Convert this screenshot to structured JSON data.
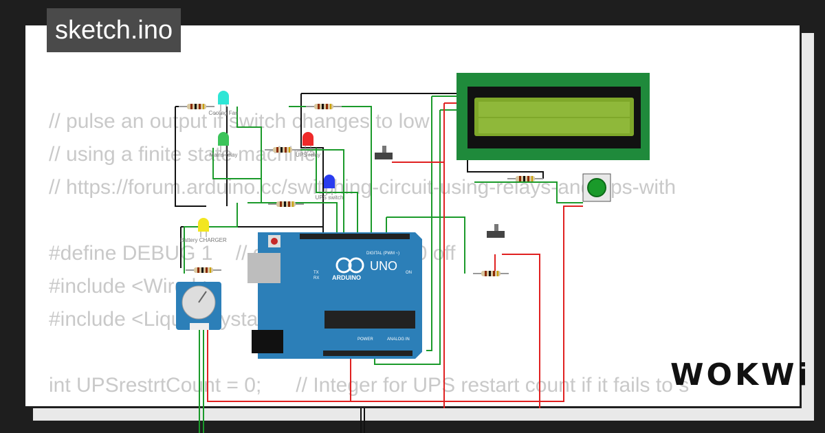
{
  "title": "sketch.ino",
  "brand": "WOKWi",
  "code_lines": [
    "// pulse an output if switch changes to low",
    "// using a finite state machine",
    "// https://forum.arduino.cc/switching-circuit-using-relays-and-ups-with",
    "",
    "#define DEBUG 1    // debug messages 0 off",
    "#include <Wire.h>",
    "#include <LiquidCrystal_I2C.h>",
    "",
    "int UPSrestrtCount = 0;      // Integer for UPS restart count if it fails to s"
  ],
  "components": {
    "led_cooling": "Cooling Fan",
    "led_mains": "Mains relay",
    "led_ups": "UPS relay",
    "led_ups_switch": "UPS switch",
    "led_battery": "Battery CHARGER",
    "arduino_model": "UNO",
    "arduino_brand": "ARDUINO",
    "digital_header": "DIGITAL (PWM ~)",
    "power_header": "POWER",
    "analog_header": "ANALOG IN",
    "on_label": "ON",
    "tx_label": "TX",
    "rx_label": "RX"
  },
  "colors": {
    "wire_green": "#1a9a2a",
    "wire_red": "#e02020",
    "wire_black": "#111111",
    "board_blue": "#2c7fb8",
    "lcd_green": "#1f8a3b",
    "lcd_screen": "#7fa82a"
  }
}
